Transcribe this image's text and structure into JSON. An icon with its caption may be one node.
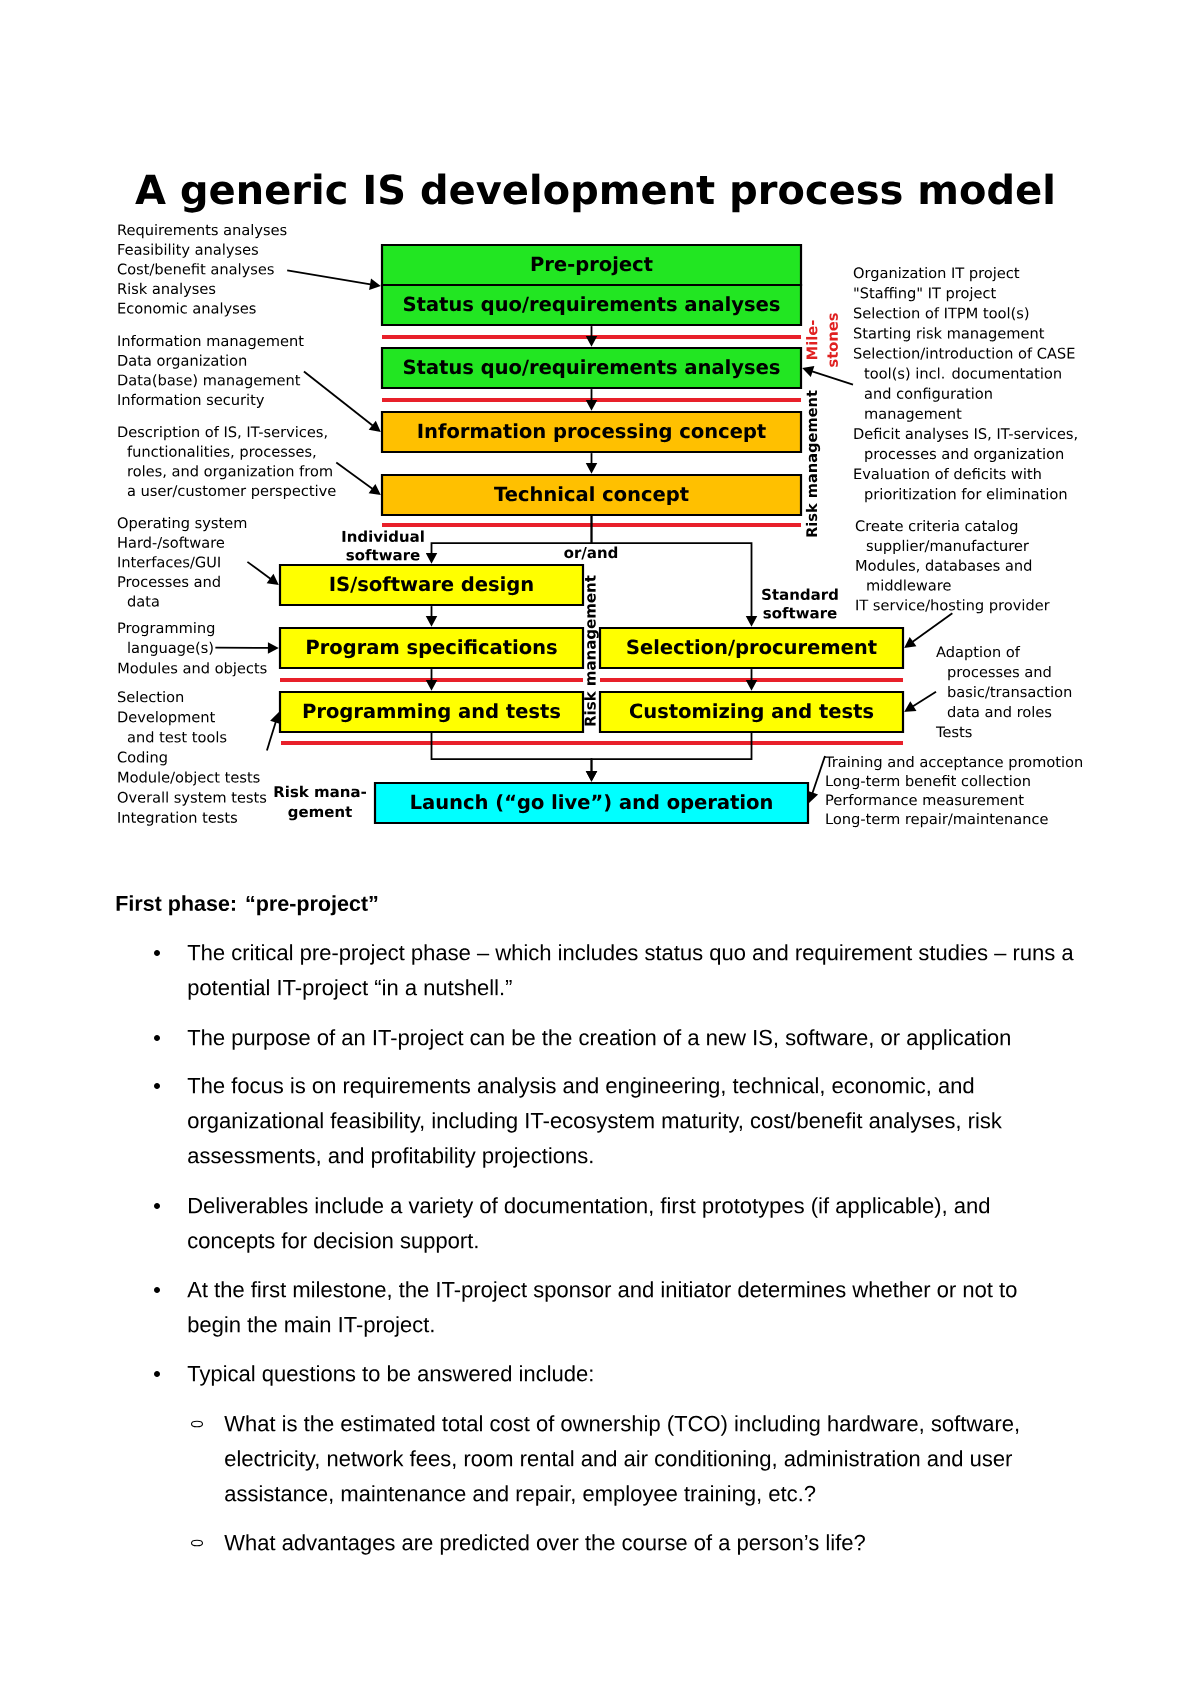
{
  "diagram": {
    "title": "A generic IS development process model",
    "nodes": [
      {
        "text": [
          "Pre-project"
        ]
      },
      {
        "text": [
          "Status quo/requirements analyses"
        ]
      },
      {
        "text": [
          "Status quo/requirements analyses"
        ]
      },
      {
        "text": [
          "Information processing concept"
        ]
      },
      {
        "text": [
          "Technical concept"
        ]
      },
      {
        "text": [
          "IS/software design"
        ]
      },
      {
        "text": [
          "Program specifications"
        ]
      },
      {
        "text": [
          "Selection/procurement"
        ]
      },
      {
        "text": [
          "Programming and tests"
        ]
      },
      {
        "text": [
          "Customizing and tests"
        ]
      },
      {
        "text": [
          "Launch (“go live”) and operation"
        ],
        "beside": [
          "Risk mana- gement"
        ]
      },
      {
        "text": [
          "Requirements analyses",
          "Feasibility analyses",
          "Cost/benefit analyses",
          "Risk analyses",
          "Economic analyses"
        ]
      },
      {
        "text": [
          "Information management",
          "Data organization",
          "Data(base) management",
          "Information security"
        ]
      },
      {
        "text": [
          "Description of IS, IT-services, functionalities, processes, roles, and organization from a user/customer perspective"
        ]
      },
      {
        "text": [
          "Operating system",
          "Hard-/software",
          "Interfaces/GUI",
          "Processes and data"
        ]
      },
      {
        "text": [
          "Programming language(s)"
        ]
      },
      {
        "text": [
          "Selection",
          "Development and test tools",
          "Coding",
          "Module/object tests",
          "Overall system tests",
          "Integration tests"
        ]
      },
      {
        "text": [
          "Organization IT project",
          "\"Staffing\" IT project",
          "Selection of ITPM tool(s)",
          "Starting risk management",
          "Selection/introduction of CASE tool(s) incl. documentation and configuration management",
          "Deficit analyses IS, IT-services, processes and organization",
          "Evaluation of deficits with prioritization for elimination"
        ]
      },
      {
        "text": [
          "Create criteria catalog supplier/manufacturer",
          "Modules, databases and middleware",
          "IT service/hosting provider"
        ]
      },
      {
        "text": [
          "Adaption of processes and basic/transaction data and roles",
          "Tests"
        ]
      },
      {
        "text": [
          "Training and acceptance promotion",
          "Long-term benefit collection",
          "Performance measurement",
          "Long-term repair/maintenance"
        ]
      }
    ],
    "edges": [
      {
        "from": 1,
        "to": 2,
        "arrow": "to"
      },
      {
        "from": 2,
        "to": 3,
        "arrow": "to"
      },
      {
        "from": 3,
        "to": 4,
        "arrow": "to"
      },
      {
        "from": 4,
        "to": 5,
        "arrow": "to",
        "label": "Individual software"
      },
      {
        "from": 4,
        "to": 7,
        "arrow": "to",
        "label": "Standard software"
      },
      {
        "from": 5,
        "to": 6,
        "arrow": "to"
      },
      {
        "from": 6,
        "to": 8,
        "arrow": "to"
      },
      {
        "from": 7,
        "to": 9,
        "arrow": "to"
      },
      {
        "from": 8,
        "to": 10,
        "arrow": "to"
      },
      {
        "from": 9,
        "to": 10,
        "arrow": "to"
      },
      {
        "from": 11,
        "to": 0,
        "arrow": "to"
      },
      {
        "from": 12,
        "to": 3,
        "arrow": "to"
      },
      {
        "from": 13,
        "to": 4,
        "arrow": "to"
      },
      {
        "from": 14,
        "to": 5,
        "arrow": "to"
      },
      {
        "from": 15,
        "to": 6,
        "arrow": "to"
      },
      {
        "from": 16,
        "to": 8,
        "arrow": "to"
      },
      {
        "from": 17,
        "to": 2,
        "arrow": "to"
      },
      {
        "from": 18,
        "to": 7,
        "arrow": "to"
      },
      {
        "from": 19,
        "to": 9,
        "arrow": "to"
      },
      {
        "from": 20,
        "to": 10,
        "arrow": "to"
      }
    ],
    "labels": [
      "Mile- stones",
      "Risk management",
      "or/and",
      "Risk management",
      "Modules and objects",
      "First phase: “pre-project”",
      "The critical pre-project phase – which includes status quo and requirement studies – runs a potential IT-project “in a nutshell.”",
      "The purpose of an IT-project can be the creation of a new IS, software, or application",
      "The focus is on requirements analysis and engineering, technical, economic, and organizational feasibility, including IT-ecosystem maturity, cost/benefit analyses, risk assessments, and profitability projections.",
      "Deliverables include a variety of documentation, first prototypes (if applicable), and concepts for decision support.",
      "At the first milestone, the IT-project sponsor and initiator determines whether or not to begin the main IT-project.",
      "Typical questions to be answered include:",
      "What is the estimated total cost of ownership (TCO) including hardware, software, electricity, network fees, room rental and air conditioning, administration and user assistance, maintenance and repair, employee training, etc.?",
      "What advantages are predicted over the course of a person’s life?"
    ]
  }
}
